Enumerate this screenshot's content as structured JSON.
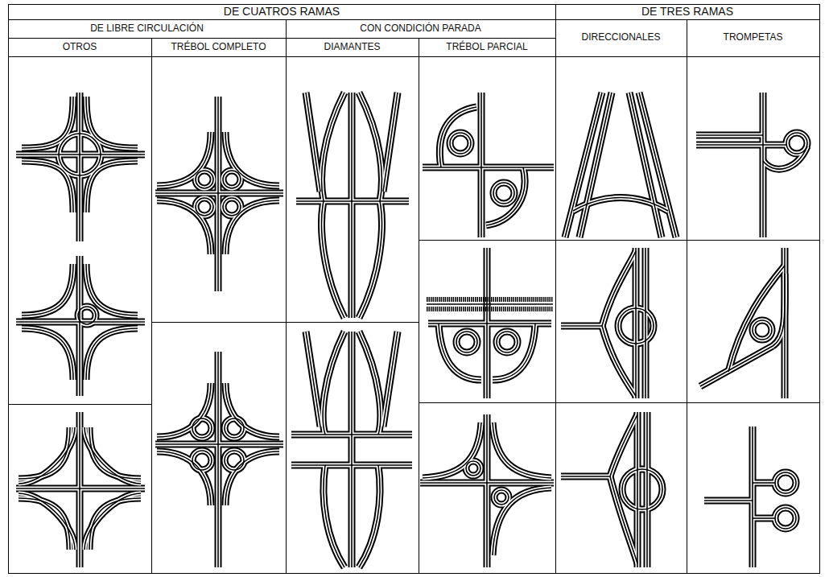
{
  "diagram": {
    "labels": [
      "DE CUATROS RAMAS",
      "DE TRES RAMAS",
      "DE LIBRE CIRCULACIÓN",
      "CON CONDICIÓN PARADA",
      "DIRECCIONALES",
      "TROMPETAS",
      "OTROS",
      "TRÉBOL COMPLETO",
      "DIAMANTES",
      "TRÉBOL PARCIAL"
    ]
  }
}
